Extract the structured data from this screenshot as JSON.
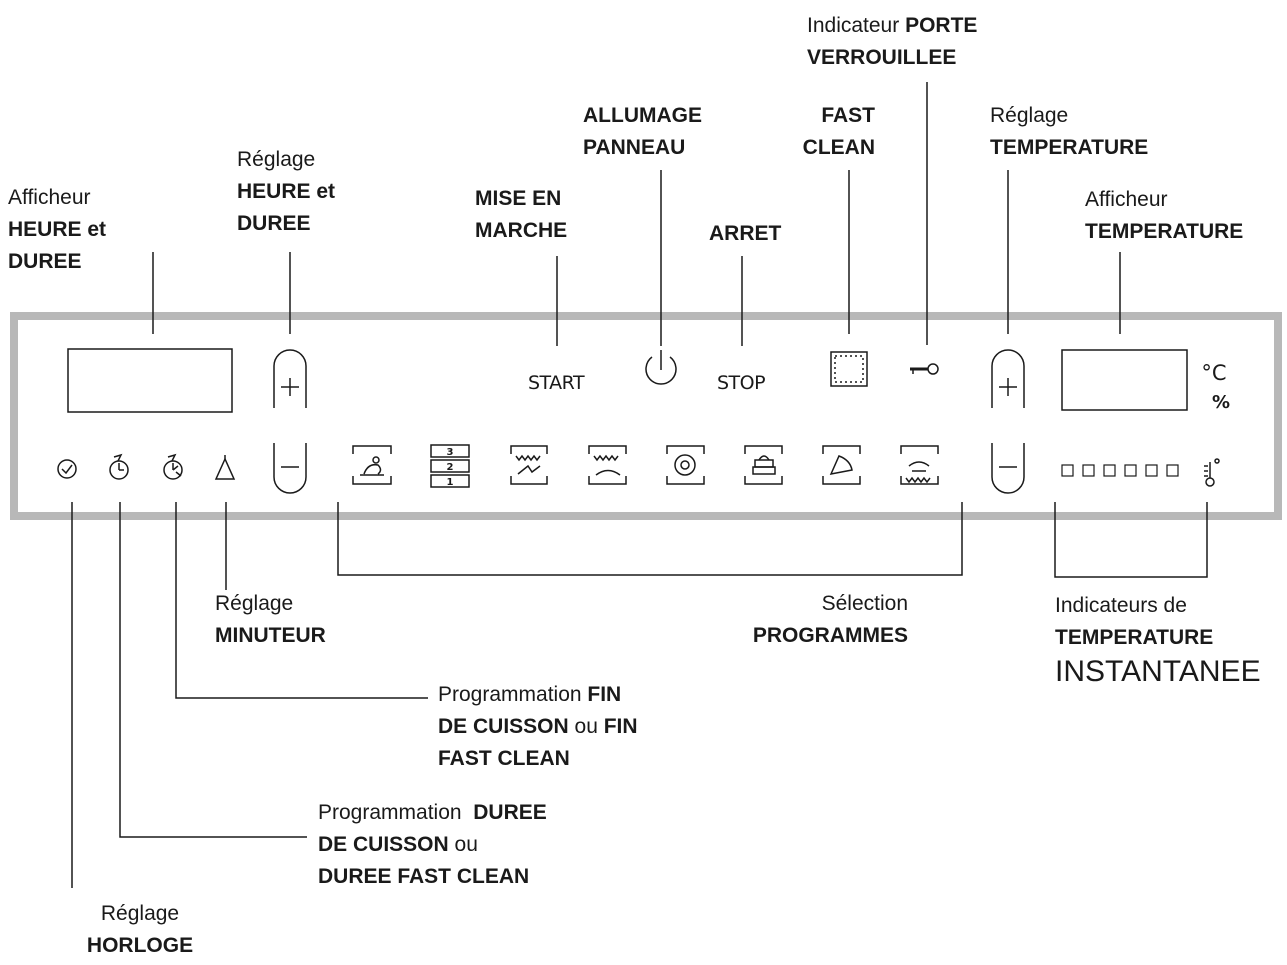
{
  "labels": {
    "afficheur_heure": {
      "l1": "Afficheur",
      "l2": "HEURE et",
      "l3": "DUREE"
    },
    "reglage_heure": {
      "l1": "Réglage",
      "l2": "HEURE et",
      "l3": "DUREE"
    },
    "mise_en_marche": {
      "l1": "MISE EN",
      "l2": "MARCHE"
    },
    "allumage": {
      "l1": "ALLUMAGE",
      "l2": "PANNEAU"
    },
    "arret": {
      "l1": "ARRET"
    },
    "fast_clean": {
      "l1": "FAST",
      "l2": "CLEAN"
    },
    "porte": {
      "l1a": "Indicateur ",
      "l1b": "PORTE",
      "l2": "VERROUILLEE"
    },
    "reglage_temp": {
      "l1": "Réglage",
      "l2": "TEMPERATURE"
    },
    "afficheur_temp": {
      "l1": "Afficheur",
      "l2": "TEMPERATURE"
    },
    "minuteur": {
      "l1": "Réglage",
      "l2": "MINUTEUR"
    },
    "programmes": {
      "l1": "Sélection",
      "l2": "PROGRAMMES"
    },
    "indicateurs": {
      "l1": "Indicateurs de",
      "l2": "TEMPERATURE",
      "l3": "INSTANTANEE"
    },
    "fin_cuisson": {
      "l1a": "Programmation ",
      "l1b": "FIN",
      "l2a": "DE CUISSON",
      "l2b": " ou ",
      "l2c": "FIN",
      "l3": "FAST CLEAN"
    },
    "duree_cuisson": {
      "l1a": "Programmation  ",
      "l1b": "DUREE",
      "l2a": "DE CUISSON",
      "l2b": " ou",
      "l3": "DUREE FAST CLEAN"
    },
    "horloge": {
      "l1": "Réglage",
      "l2": "HORLOGE"
    }
  },
  "panel": {
    "start": "START",
    "stop": "STOP",
    "celsius": "°C",
    "percent": "%",
    "shelf_levels": [
      "3",
      "2",
      "1"
    ],
    "temperature_indicators": 6
  },
  "icons": [
    "clock-icon",
    "duration-icon",
    "end-time-icon",
    "minute-timer-icon",
    "plus-icon",
    "minus-icon",
    "power-icon",
    "fast-clean-icon",
    "key-icon",
    "thermometer-icon",
    "rotisserie-program-icon",
    "multilevel-program-icon",
    "grill-program-icon",
    "top-heat-program-icon",
    "fan-program-icon",
    "pastry-program-icon",
    "pizza-program-icon",
    "bottom-heat-program-icon"
  ]
}
